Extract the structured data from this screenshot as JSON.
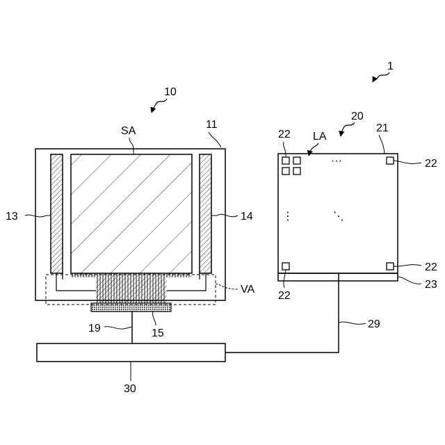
{
  "figure": {
    "system_label": "1",
    "display_unit": {
      "label": "10",
      "frame_label": "11",
      "display_area_label": "SA",
      "left_driver_label": "13",
      "right_driver_label": "14",
      "driver_ic_label": "15",
      "cable_label": "19",
      "dashed_region_label": "VA"
    },
    "sensor_unit": {
      "label": "20",
      "panel_label": "21",
      "sensing_area_label": "LA",
      "sensor_labels": [
        "22",
        "22",
        "22"
      ],
      "substrate_label": "23",
      "cable_label": "29",
      "ellipsis_horizontal": "···",
      "ellipsis_vertical": "⋮",
      "ellipsis_diagonal": "⋱"
    },
    "controller_label": "30"
  },
  "colors": {
    "line": "#000000",
    "background": "#ffffff"
  }
}
